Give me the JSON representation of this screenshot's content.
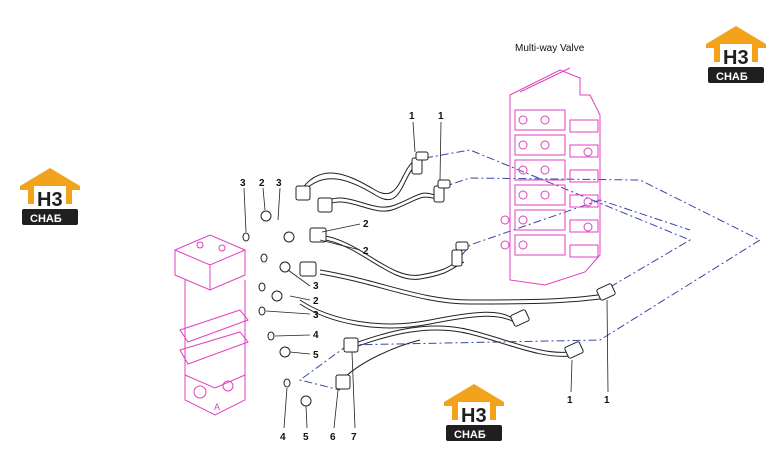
{
  "diagram": {
    "title": "Multi-way Valve",
    "callouts": [
      {
        "id": "c1",
        "label": "1"
      },
      {
        "id": "c2",
        "label": "1"
      },
      {
        "id": "c3",
        "label": "3"
      },
      {
        "id": "c4",
        "label": "2"
      },
      {
        "id": "c5",
        "label": "3"
      },
      {
        "id": "c6",
        "label": "2"
      },
      {
        "id": "c7",
        "label": "2"
      },
      {
        "id": "c8",
        "label": "3"
      },
      {
        "id": "c9",
        "label": "2"
      },
      {
        "id": "c10",
        "label": "3"
      },
      {
        "id": "c11",
        "label": "4"
      },
      {
        "id": "c12",
        "label": "5"
      },
      {
        "id": "c13",
        "label": "4"
      },
      {
        "id": "c14",
        "label": "5"
      },
      {
        "id": "c15",
        "label": "6"
      },
      {
        "id": "c16",
        "label": "7"
      },
      {
        "id": "c17",
        "label": "1"
      },
      {
        "id": "c18",
        "label": "1"
      }
    ],
    "swivel_label": "A"
  },
  "logo": {
    "mark": "H3",
    "name": "CHAБ"
  },
  "colors": {
    "component": "#e040c0",
    "line": "#222222",
    "dash": "#3a46a8",
    "logo_orange": "#f3a21b",
    "logo_dark": "#1f1f1f"
  }
}
